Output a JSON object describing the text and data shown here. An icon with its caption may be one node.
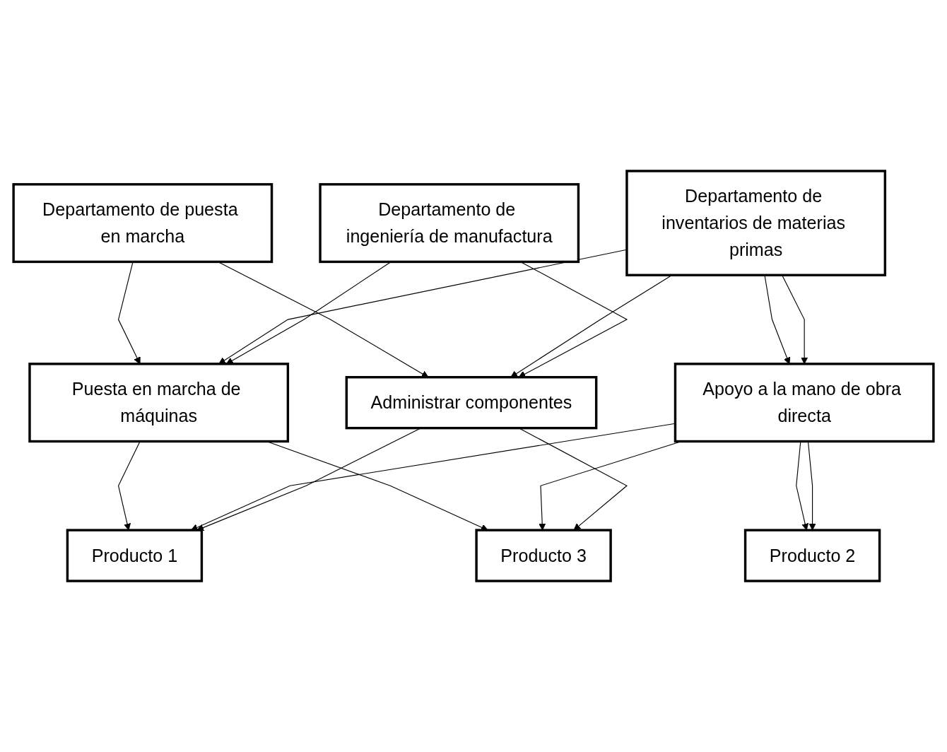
{
  "diagram": {
    "nodes": [
      {
        "text": [
          "Departamento de puesta en marcha"
        ]
      },
      {
        "text": [
          "Departamento de inventarios de materias primas"
        ]
      },
      {
        "text": [
          "Departamento de ingeniería de manufactura"
        ]
      },
      {
        "text": [
          "Puesta en marcha de máquinas"
        ]
      },
      {
        "text": [
          "Apoyo a la mano de obra directa"
        ]
      },
      {
        "text": [
          "Administrar componentes"
        ]
      },
      {
        "text": [
          "Producto 1"
        ]
      },
      {
        "text": [
          "Producto 2"
        ]
      },
      {
        "text": [
          "Producto 3"
        ]
      }
    ],
    "edges": [
      {
        "from": 0,
        "to": 3,
        "arrow": "to"
      },
      {
        "from": 0,
        "to": 5,
        "arrow": "to"
      },
      {
        "from": 1,
        "to": 3,
        "arrow": "to"
      },
      {
        "from": 1,
        "to": 4,
        "arrow": "to"
      },
      {
        "from": 1,
        "to": 4,
        "arrow": "to"
      },
      {
        "from": 1,
        "to": 5,
        "arrow": "to"
      },
      {
        "from": 2,
        "to": 3,
        "arrow": "to"
      },
      {
        "from": 2,
        "to": 5,
        "arrow": "to"
      },
      {
        "from": 3,
        "to": 6,
        "arrow": "to"
      },
      {
        "from": 3,
        "to": 8,
        "arrow": "to"
      },
      {
        "from": 4,
        "to": 6,
        "arrow": "to"
      },
      {
        "from": 4,
        "to": 7,
        "arrow": "to"
      },
      {
        "from": 4,
        "to": 7,
        "arrow": "to"
      },
      {
        "from": 4,
        "to": 8,
        "arrow": "to"
      },
      {
        "from": 5,
        "to": 6,
        "arrow": "to"
      },
      {
        "from": 5,
        "to": 8,
        "arrow": "to"
      }
    ]
  }
}
